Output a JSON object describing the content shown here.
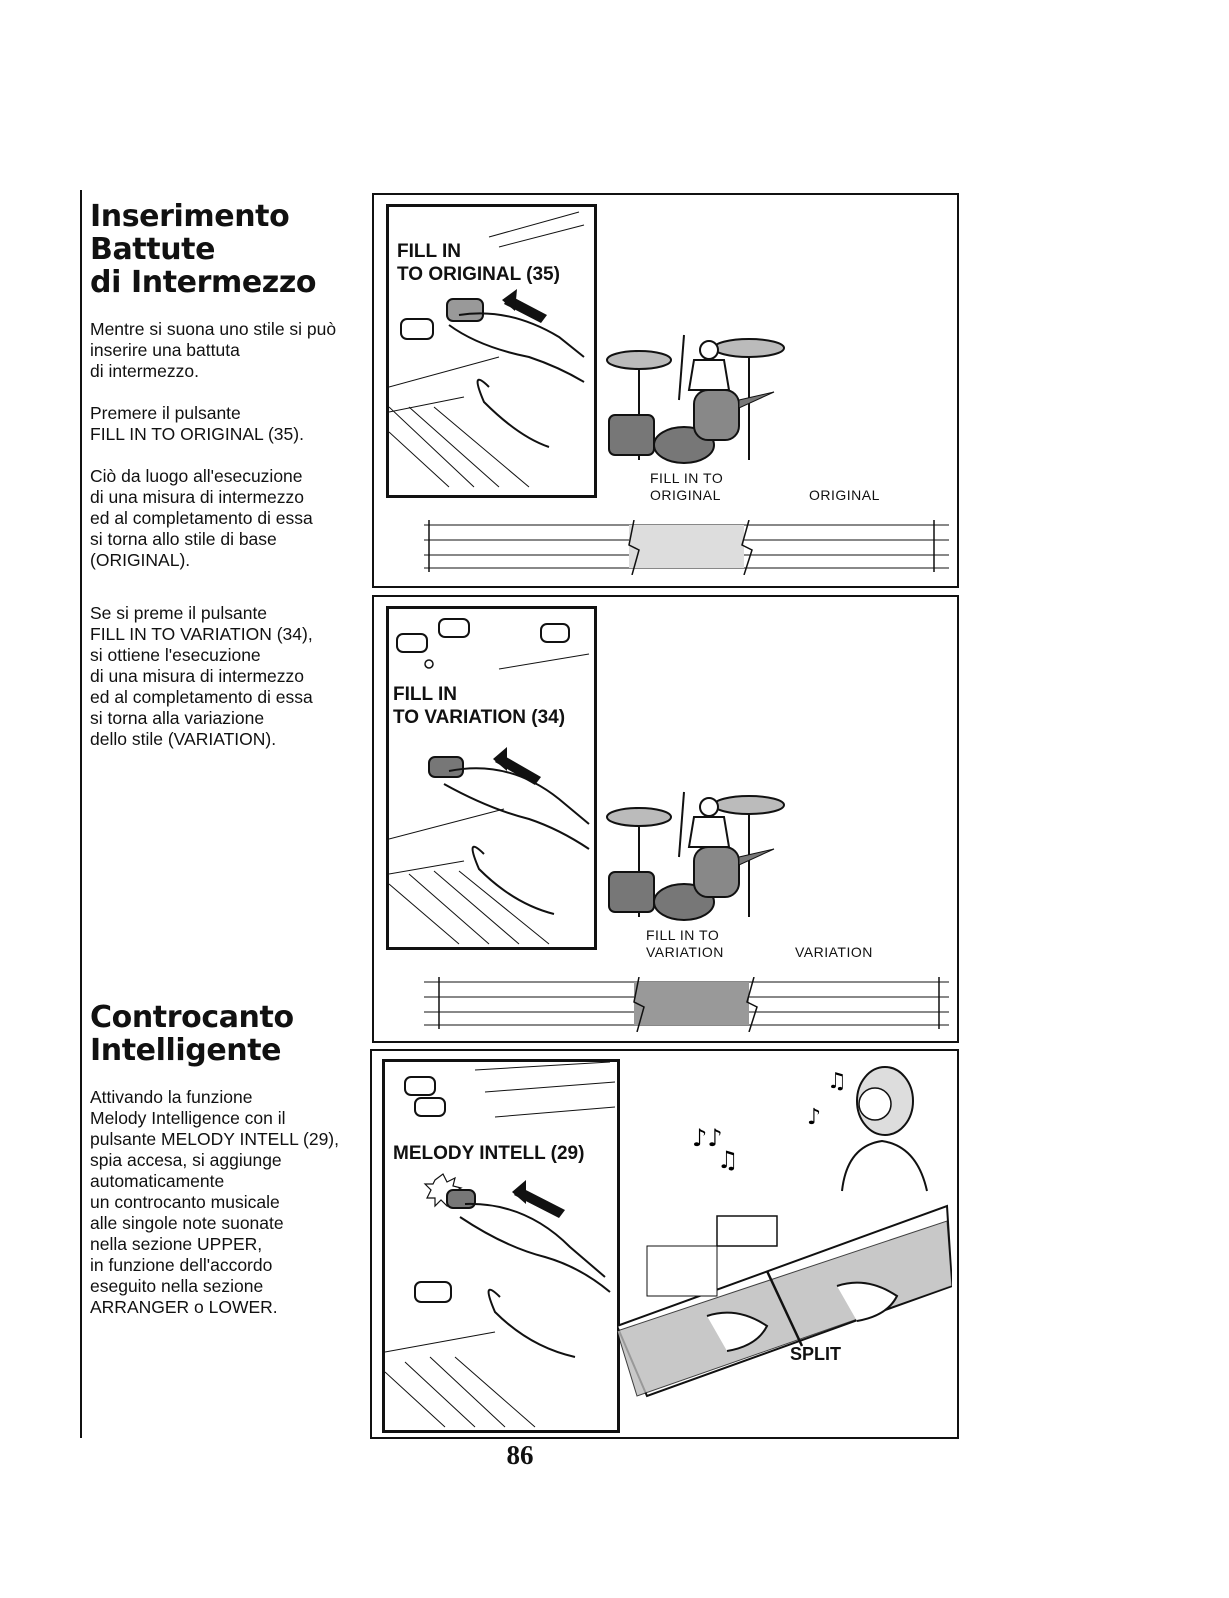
{
  "section1": {
    "title": "Inserimento Battute\ndi Intermezzo",
    "p1": "Mentre si suona uno stile si può\ninserire una battuta\ndi intermezzo.",
    "p2": "Premere il pulsante\nFILL IN TO ORIGINAL (35).",
    "p3": "Ciò da luogo all'esecuzione\ndi una misura di intermezzo\ned al completamento di essa\nsi torna allo stile di base\n(ORIGINAL).",
    "p4": "Se si preme il pulsante\nFILL IN TO  VARIATION (34),\nsi ottiene l'esecuzione\ndi una misura di intermezzo\ned al completamento di essa\nsi torna alla variazione\ndello stile (VARIATION)."
  },
  "section2": {
    "title": "Controcanto\nIntelligente",
    "p1": "Attivando la funzione\nMelody Intelligence con il\npulsante MELODY INTELL (29),\nspia accesa, si aggiunge\nautomaticamente\nun controcanto musicale\nalle singole note suonate\nnella sezione UPPER,\nin funzione dell'accordo\neseguito nella sezione\nARRANGER o LOWER."
  },
  "figure1": {
    "button_label": "FILL IN\nTO ORIGINAL (35)",
    "caption_fill": "FILL IN TO\nORIGINAL",
    "caption_style": "ORIGINAL"
  },
  "figure2": {
    "button_label": "FILL IN\nTO VARIATION (34)",
    "caption_fill": "FILL IN TO\nVARIATION",
    "caption_style": "VARIATION"
  },
  "figure3": {
    "button_label": "MELODY INTELL (29)",
    "split_label": "SPLIT"
  },
  "page_number": "86"
}
